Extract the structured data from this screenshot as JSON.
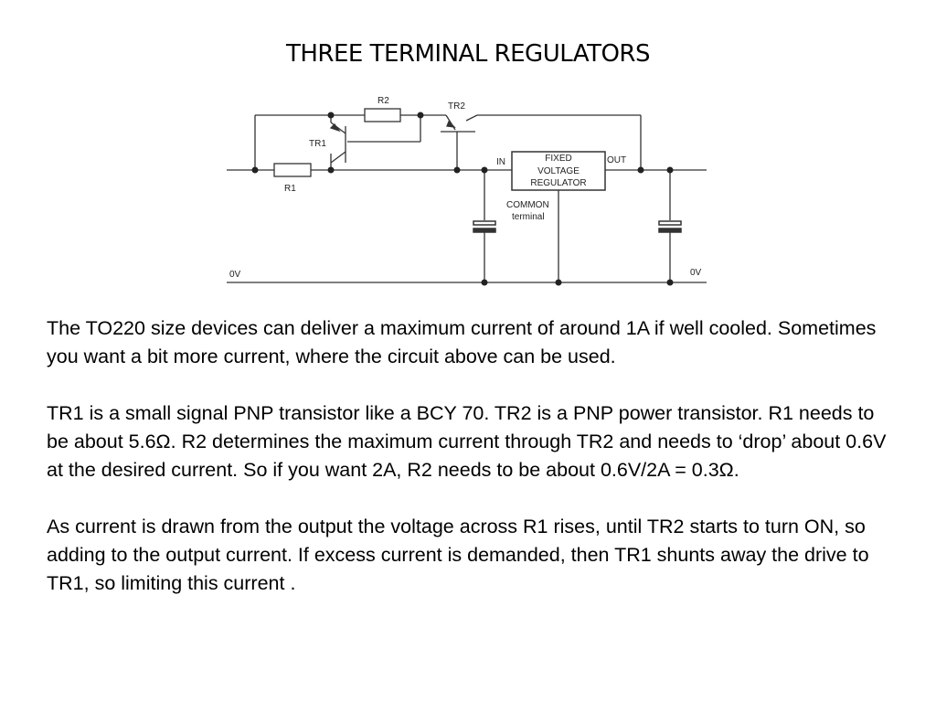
{
  "slide": {
    "title": "THREE TERMINAL REGULATORS"
  },
  "diagram": {
    "labels": {
      "r1": "R1",
      "r2": "R2",
      "tr1": "TR1",
      "tr2": "TR2",
      "in": "IN",
      "out": "OUT",
      "regulator_line1": "FIXED",
      "regulator_line2": "VOLTAGE",
      "regulator_line3": "REGULATOR",
      "common_line1": "COMMON",
      "common_line2": "terminal",
      "zero_v_left": "0V",
      "zero_v_right": "0V"
    }
  },
  "body": {
    "paragraph1": "The TO220 size devices can deliver a maximum current of around 1A if well cooled. Sometimes you want a bit more current, where the circuit above can be used.",
    "paragraph2": "TR1 is a small signal PNP transistor like a BCY 70. TR2 is a PNP power transistor. R1 needs to be about 5.6Ω. R2 determines the maximum current through TR2 and needs to ‘drop’ about 0.6V at the desired current. So if you want 2A, R2 needs to be about 0.6V/2A = 0.3Ω.",
    "paragraph3": "As current is drawn from the output the voltage across R1 rises, until TR2 starts to turn ON, so adding to the output current. If excess current is demanded, then TR1 shunts away the drive to TR1, so limiting this current ."
  }
}
